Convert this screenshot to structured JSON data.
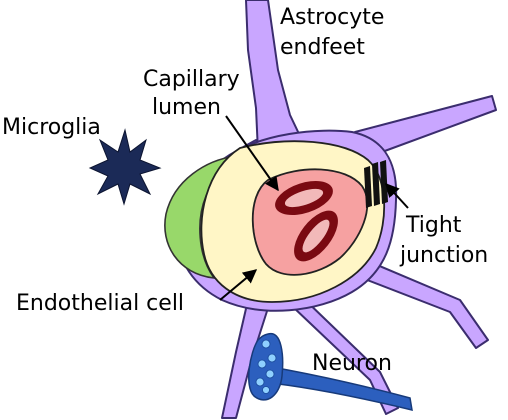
{
  "labels": {
    "astrocyte_line1": "Astrocyte",
    "astrocyte_line2": "endfeet",
    "capillary_line1": "Capillary",
    "capillary_line2": "lumen",
    "microglia": "Microglia",
    "tight_line1": "Tight",
    "tight_line2": "junction",
    "endothelial": "Endothelial cell",
    "neuron": "Neuron"
  },
  "colors": {
    "astrocyte": "#c9a6ff",
    "endothelial": "#fff6c6",
    "pericyte": "#98d86a",
    "lumen": "#f6a1a1",
    "red_cell": "#7a0a12",
    "red_cell_center": "#f2b9b9",
    "microglia": "#1b2a57",
    "neuron": "#2c5fbe",
    "neuron_spots": "#8fd0ff",
    "tight_junction": "#111111"
  }
}
